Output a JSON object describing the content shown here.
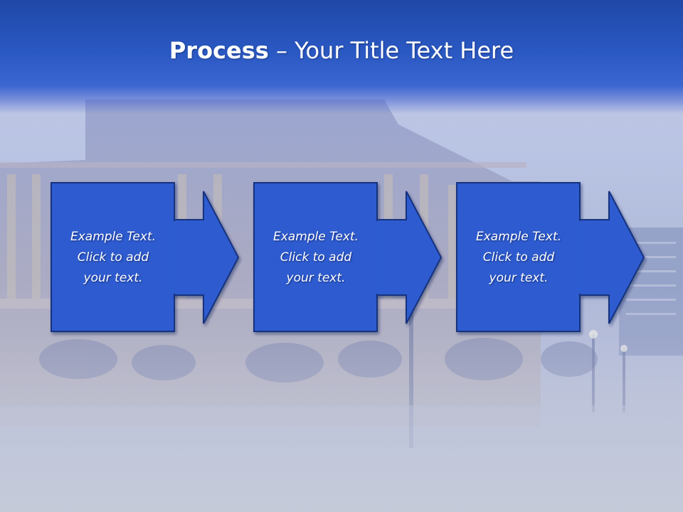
{
  "slide": {
    "title_bold": "Process",
    "title_rest": " – Your Title Text Here"
  },
  "steps": [
    {
      "text": "Example Text.\nClick  to add\nyour text."
    },
    {
      "text": "Example Text.\nClick  to add\nyour text."
    },
    {
      "text": "Example Text.\nClick  to add\nyour text."
    }
  ],
  "colors": {
    "header": "#2a58c2",
    "box_fill": "#2d5cd0",
    "box_stroke": "#14327e",
    "text": "#ffffff"
  }
}
